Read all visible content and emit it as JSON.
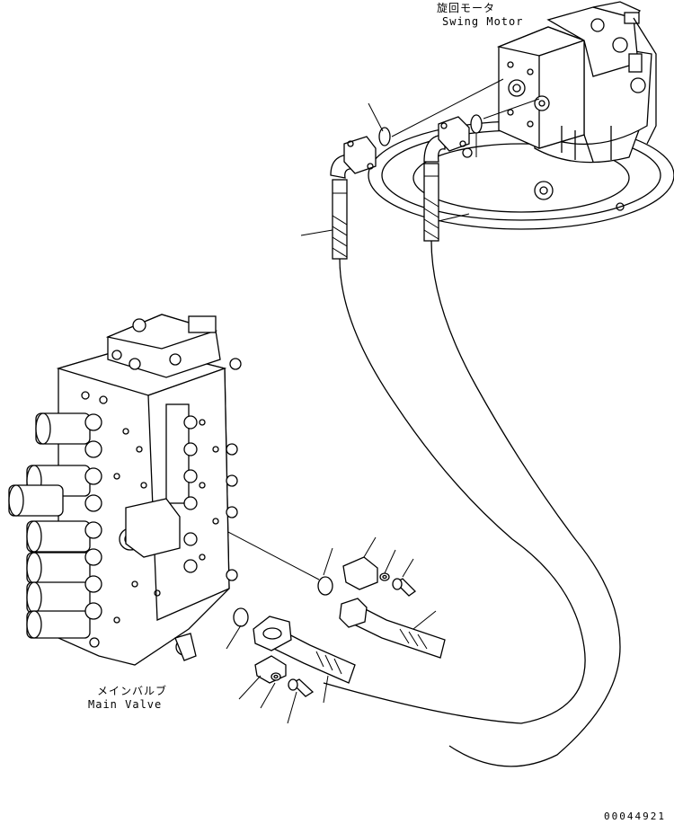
{
  "labels": {
    "swing_motor_jp": "旋回モータ",
    "swing_motor_en": "Swing Motor",
    "main_valve_jp": "メインバルブ",
    "main_valve_en": "Main Valve",
    "drawing_code": "00044921"
  },
  "colors": {
    "ink": "#000000",
    "paper": "#ffffff"
  }
}
